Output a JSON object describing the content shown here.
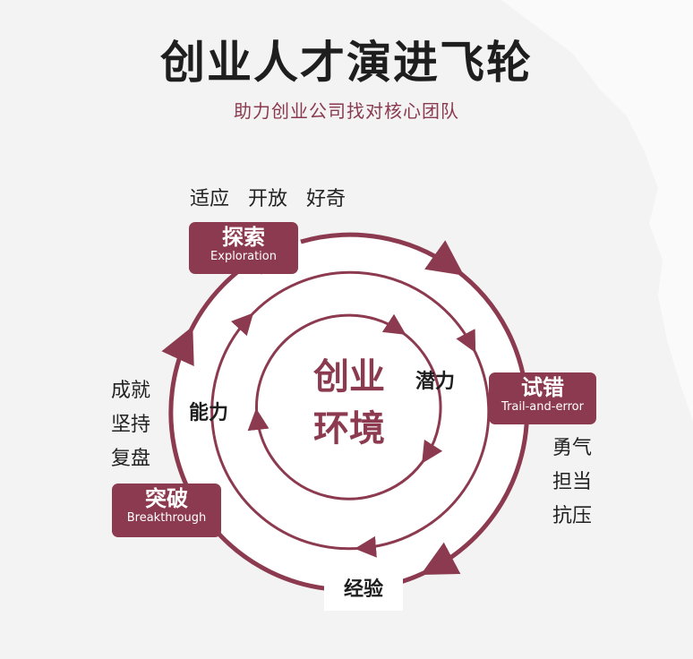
{
  "title": "创业人才演进飞轮",
  "subtitle": "助力创业公司找对核心团队",
  "center": {
    "line1": "创业",
    "line2": "环境"
  },
  "stages": {
    "exploration": {
      "zh": "探索",
      "en": "Exploration"
    },
    "trial": {
      "zh": "试错",
      "en": "Trail-and-error"
    },
    "breakthrough": {
      "zh": "突破",
      "en": "Breakthrough"
    },
    "experience": "经验"
  },
  "inner_labels": {
    "potential": "潜力",
    "ability": "能力"
  },
  "traits": {
    "exploration": [
      "适应",
      "开放",
      "好奇"
    ],
    "trial": [
      "勇气",
      "担当",
      "抗压"
    ],
    "breakthrough": [
      "成就",
      "坚持",
      "复盘"
    ]
  },
  "colors": {
    "accent": "#8c3a4f",
    "text": "#1e1e1e",
    "background": "#f3f3f4"
  }
}
